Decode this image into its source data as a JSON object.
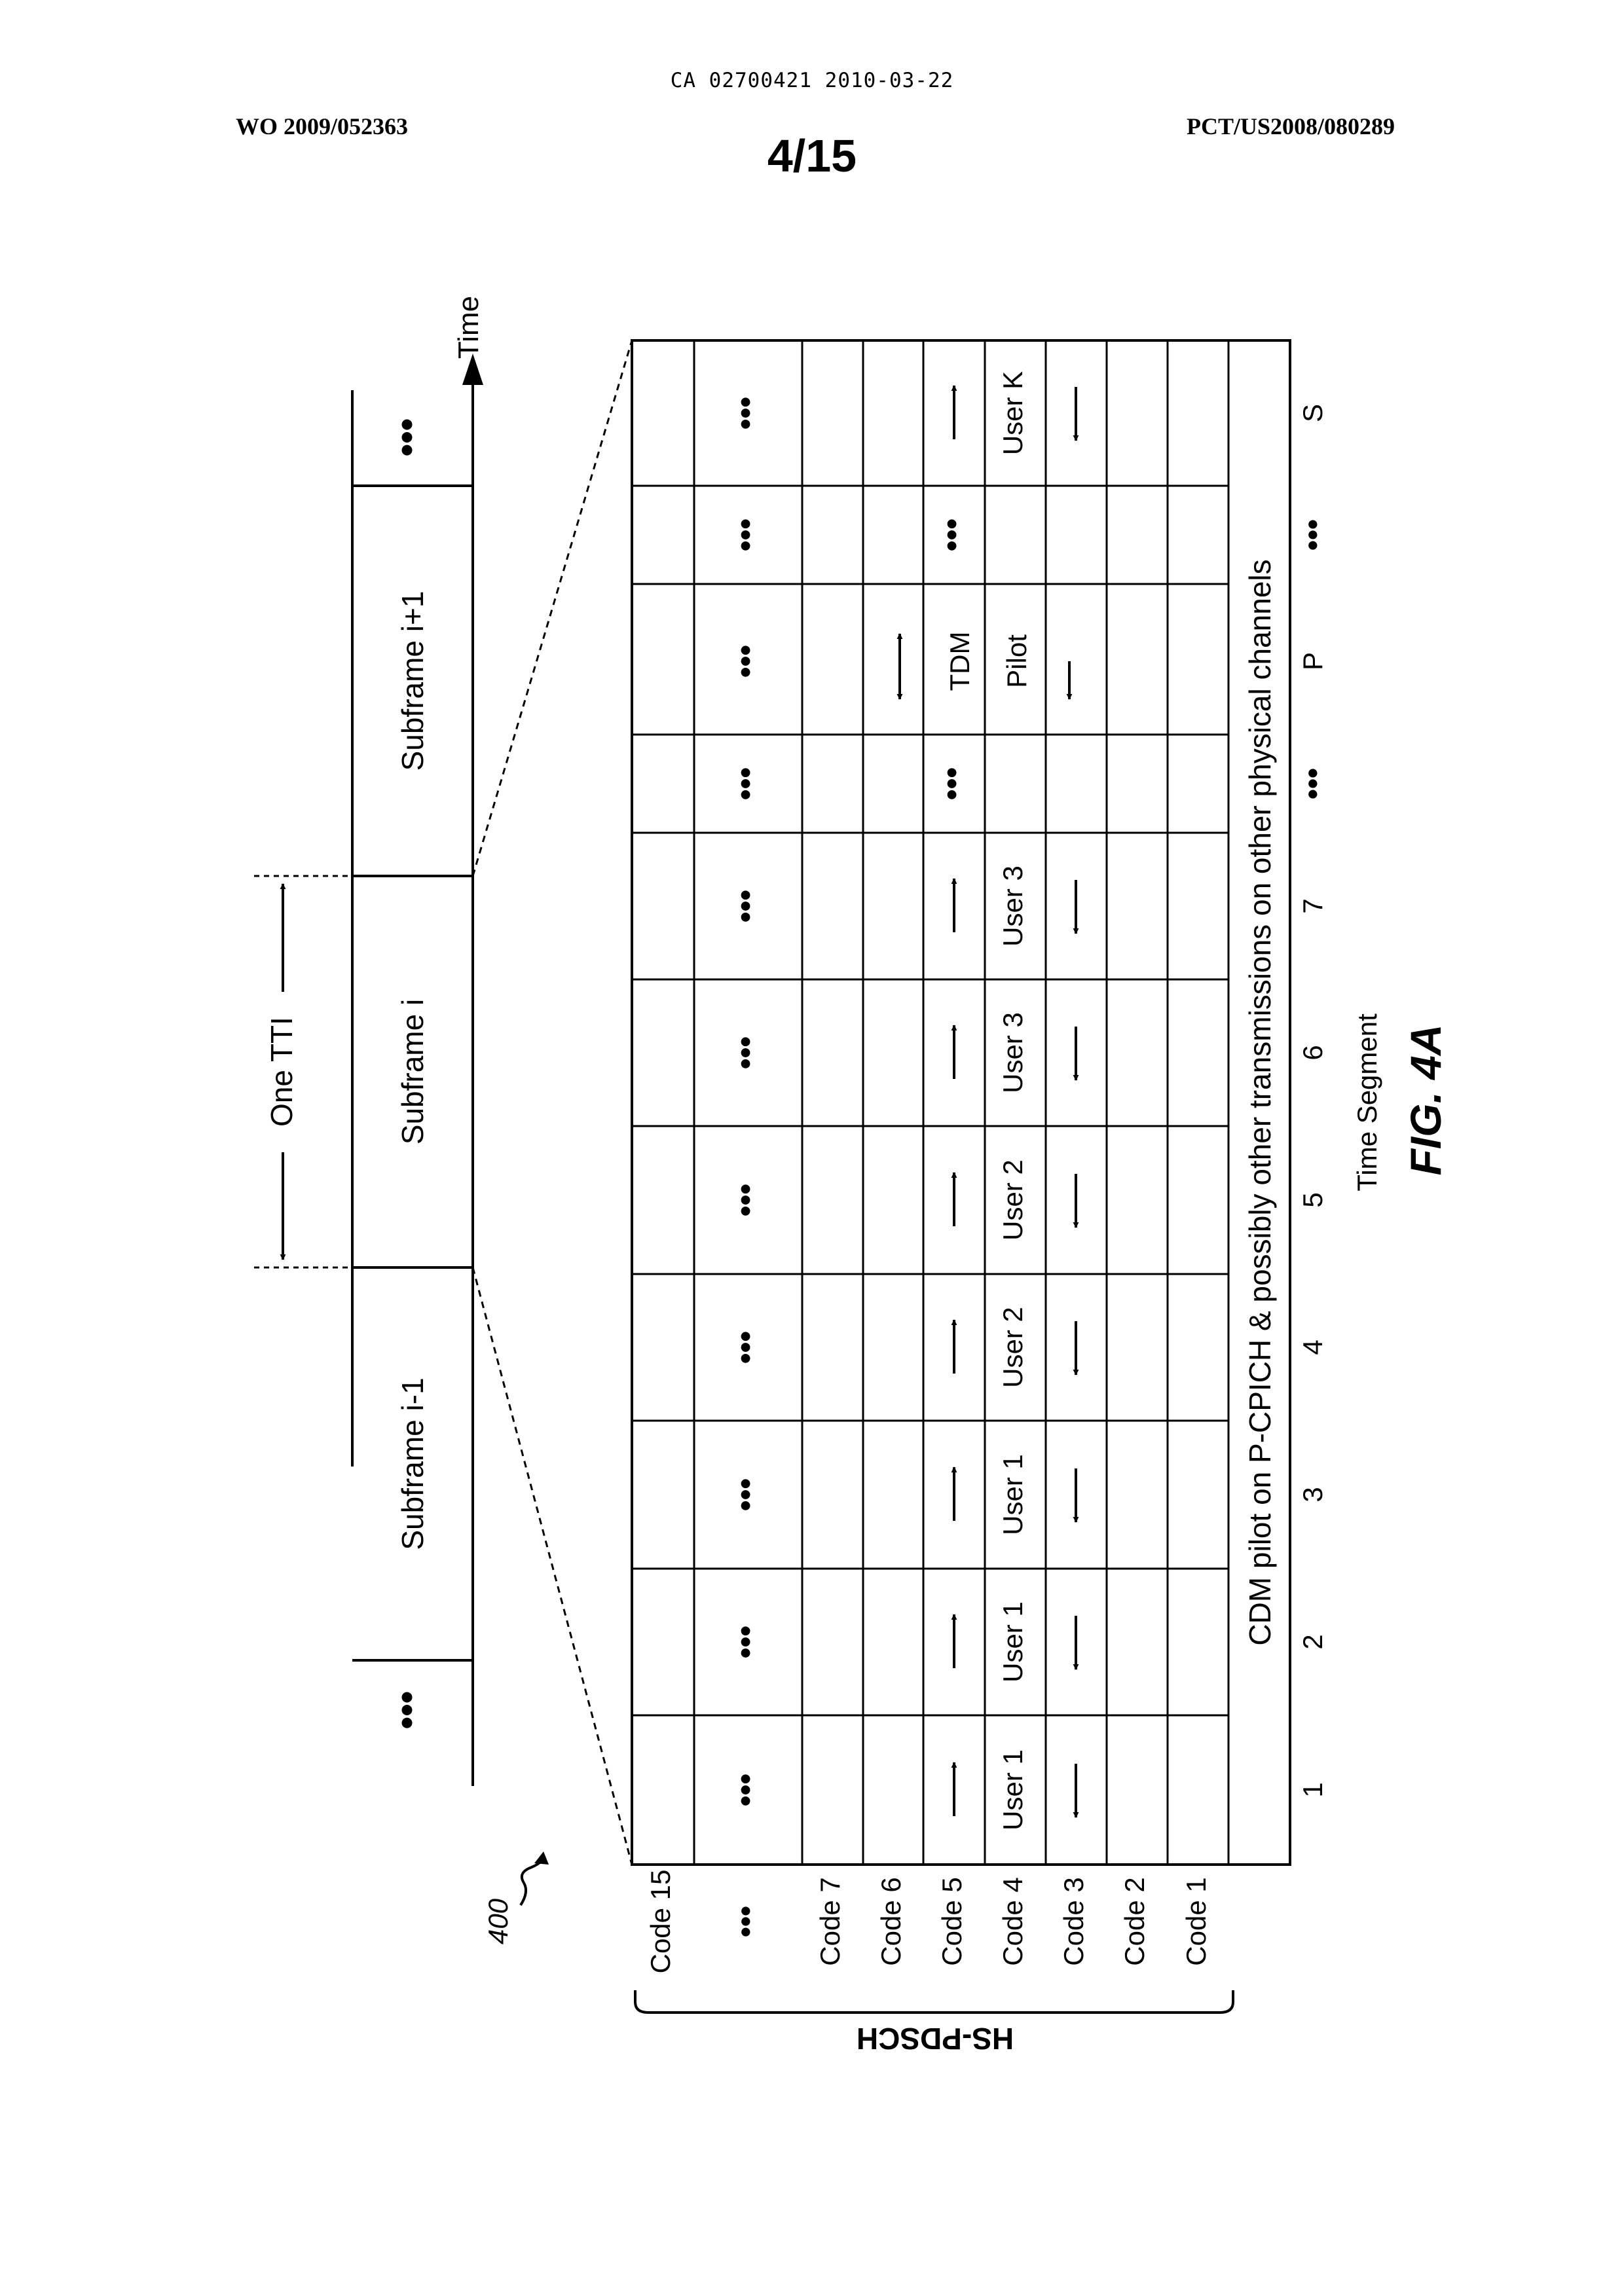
{
  "header": {
    "left": "WO 2009/052363",
    "center_top": "CA 02700421 2010-03-22",
    "right": "PCT/US2008/080289",
    "sheet": "4/15"
  },
  "figure": {
    "label": "FIG. 4A",
    "ref": "400",
    "time_axis_label": "Time",
    "tti_label": "One TTI",
    "subframes": [
      "Subframe i-1",
      "Subframe i",
      "Subframe i+1"
    ],
    "ellipsis": "•••",
    "hs_pdsch_label": "HS-PDSCH",
    "codes": [
      "Code 15",
      "•••",
      "Code 7",
      "Code 6",
      "Code 5",
      "Code 4",
      "Code 3",
      "Code 2",
      "Code 1"
    ],
    "cdm_row_label": "CDM pilot on P-CPICH & possibly other transmissions on other physical channels",
    "time_segment_label": "Time Segment",
    "segments": [
      "1",
      "2",
      "3",
      "4",
      "5",
      "6",
      "7",
      "•••",
      "P",
      "•••",
      "S"
    ],
    "cells": [
      "User 1",
      "User 1",
      "User 1",
      "User 2",
      "User 2",
      "User 3",
      "User 3",
      "•••",
      "TDM Pilot",
      "•••",
      "User K"
    ]
  }
}
